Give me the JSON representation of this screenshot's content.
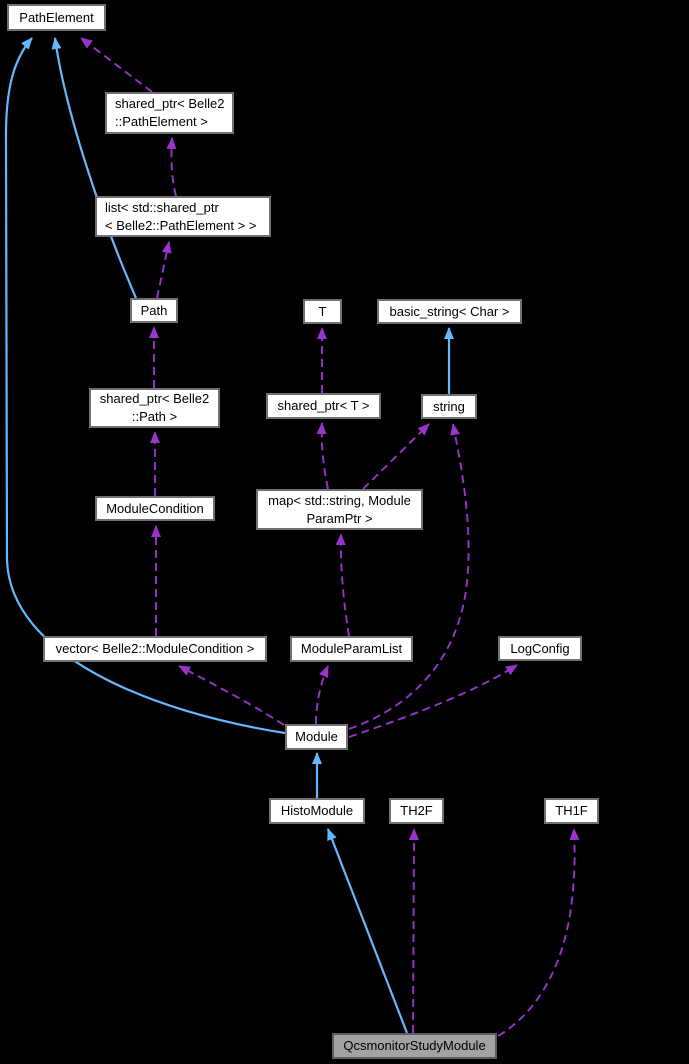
{
  "diagram": {
    "kind": "collaboration-graph",
    "colors": {
      "background": "#000000",
      "node_fill": "#ffffff",
      "node_border": "#707070",
      "highlight_node_fill": "#a2a2a2",
      "inheritance_edge": "#63b8ff",
      "usage_edge": "#9a32cd"
    },
    "nodes": {
      "path_element": {
        "label": "PathElement"
      },
      "shared_ptr_path_element": {
        "line1": "shared_ptr< Belle2",
        "line2": "::PathElement >"
      },
      "list_shared_ptr": {
        "line1": "list< std::shared_ptr",
        "line2": "< Belle2::PathElement > >"
      },
      "path": {
        "label": "Path"
      },
      "t": {
        "label": "T"
      },
      "basic_string": {
        "label": "basic_string< Char >"
      },
      "shared_ptr_path": {
        "line1": "shared_ptr< Belle2",
        "line2": "::Path >"
      },
      "shared_ptr_t": {
        "label": "shared_ptr< T >"
      },
      "string": {
        "label": "string"
      },
      "module_condition": {
        "label": "ModuleCondition"
      },
      "map_param": {
        "line1": "map< std::string, Module",
        "line2": "ParamPtr >"
      },
      "vector_condition": {
        "label": "vector< Belle2::ModuleCondition >"
      },
      "module_param_list": {
        "label": "ModuleParamList"
      },
      "log_config": {
        "label": "LogConfig"
      },
      "module": {
        "label": "Module"
      },
      "histo_module": {
        "label": "HistoModule"
      },
      "th2f": {
        "label": "TH2F"
      },
      "th1f": {
        "label": "TH1F"
      },
      "qcsmonitor_study_module": {
        "label": "QcsmonitorStudyModule"
      }
    },
    "edges": [
      {
        "from": "Path",
        "to": "PathElement",
        "type": "inheritance"
      },
      {
        "from": "Module",
        "to": "PathElement",
        "type": "inheritance"
      },
      {
        "from": "shared_ptr< Belle2::PathElement >",
        "to": "PathElement",
        "type": "usage"
      },
      {
        "from": "list< std::shared_ptr< Belle2::PathElement > >",
        "to": "shared_ptr< Belle2::PathElement >",
        "type": "usage"
      },
      {
        "from": "Path",
        "to": "list< std::shared_ptr< Belle2::PathElement > >",
        "type": "usage"
      },
      {
        "from": "shared_ptr< Belle2::Path >",
        "to": "Path",
        "type": "usage"
      },
      {
        "from": "shared_ptr< T >",
        "to": "T",
        "type": "usage"
      },
      {
        "from": "string",
        "to": "basic_string< Char >",
        "type": "inheritance"
      },
      {
        "from": "ModuleCondition",
        "to": "shared_ptr< Belle2::Path >",
        "type": "usage"
      },
      {
        "from": "map< std::string, ModuleParamPtr >",
        "to": "shared_ptr< T >",
        "type": "usage"
      },
      {
        "from": "map< std::string, ModuleParamPtr >",
        "to": "string",
        "type": "usage"
      },
      {
        "from": "Module",
        "to": "string",
        "type": "usage"
      },
      {
        "from": "vector< Belle2::ModuleCondition >",
        "to": "ModuleCondition",
        "type": "usage"
      },
      {
        "from": "ModuleParamList",
        "to": "map< std::string, ModuleParamPtr >",
        "type": "usage"
      },
      {
        "from": "Module",
        "to": "vector< Belle2::ModuleCondition >",
        "type": "usage"
      },
      {
        "from": "Module",
        "to": "ModuleParamList",
        "type": "usage"
      },
      {
        "from": "Module",
        "to": "LogConfig",
        "type": "usage"
      },
      {
        "from": "HistoModule",
        "to": "Module",
        "type": "inheritance"
      },
      {
        "from": "QcsmonitorStudyModule",
        "to": "HistoModule",
        "type": "inheritance"
      },
      {
        "from": "QcsmonitorStudyModule",
        "to": "TH2F",
        "type": "usage"
      },
      {
        "from": "QcsmonitorStudyModule",
        "to": "TH1F",
        "type": "usage"
      }
    ]
  }
}
